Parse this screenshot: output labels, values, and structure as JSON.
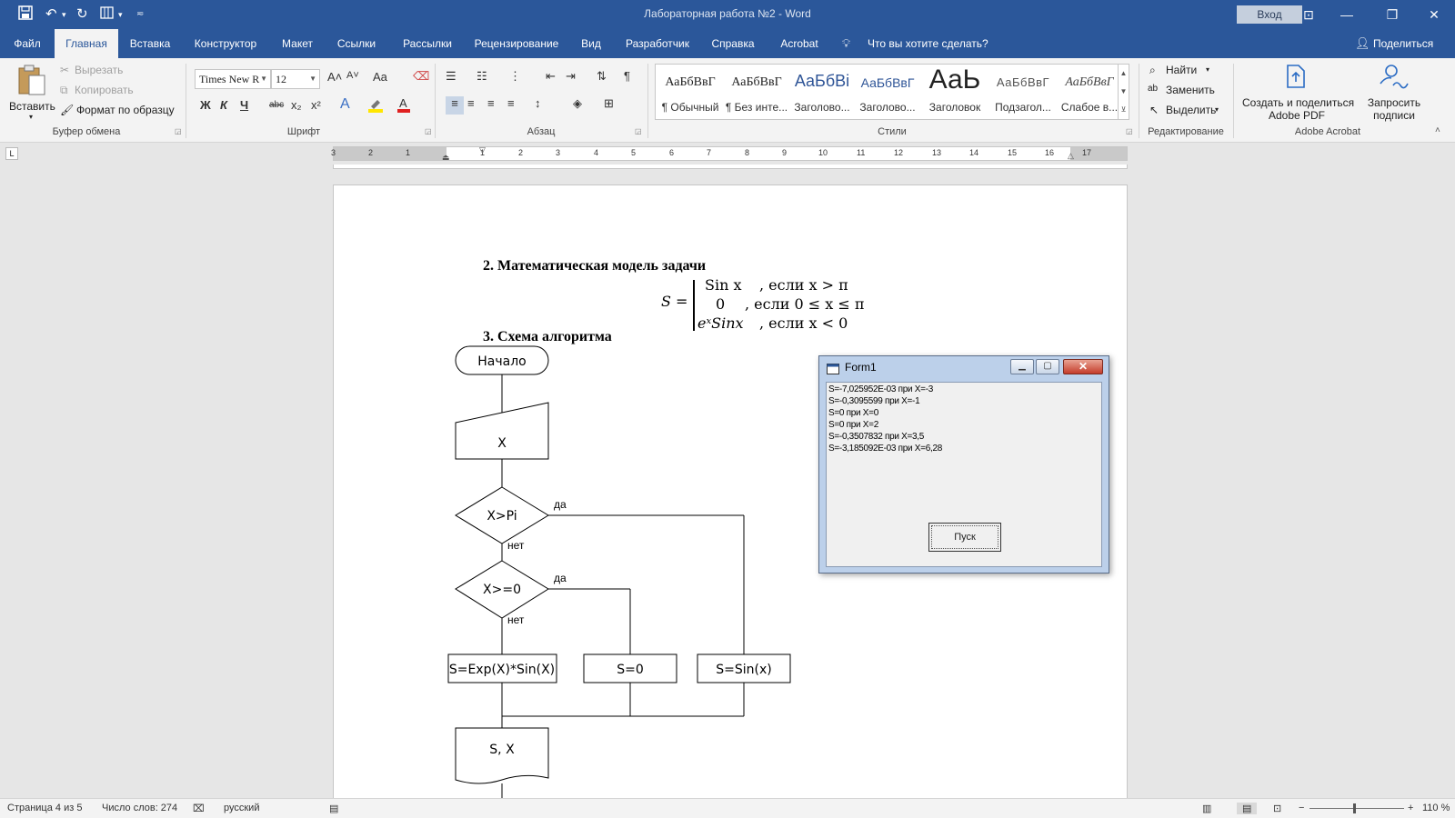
{
  "titlebar": {
    "title": "Лабораторная работа №2  -  Word",
    "signin": "Вход",
    "icons": [
      "save-icon",
      "undo-icon",
      "redo-icon",
      "layout-icon",
      "customize-icon"
    ]
  },
  "tabs": {
    "items": [
      "Файл",
      "Главная",
      "Вставка",
      "Конструктор",
      "Макет",
      "Ссылки",
      "Рассылки",
      "Рецензирование",
      "Вид",
      "Разработчик",
      "Справка",
      "Acrobat"
    ],
    "active": "Главная",
    "tell_me": "Что вы хотите сделать?",
    "share": "Поделиться"
  },
  "ribbon": {
    "clipboard": {
      "paste": "Вставить",
      "cut": "Вырезать",
      "copy": "Копировать",
      "format_painter": "Формат по образцу",
      "label": "Буфер обмена"
    },
    "font": {
      "name": "Times New R",
      "size": "12",
      "label": "Шрифт",
      "bold": "Ж",
      "italic": "К",
      "underline": "Ч",
      "strike": "abc",
      "sub": "x₂",
      "sup": "x²",
      "grow": "A˄",
      "shrink": "A˅",
      "case": "Aa"
    },
    "paragraph": {
      "label": "Абзац"
    },
    "styles": {
      "label": "Стили",
      "items": [
        {
          "sample": "АаБбВвГ",
          "name": "¶ Обычный"
        },
        {
          "sample": "АаБбВвГ",
          "name": "¶ Без инте..."
        },
        {
          "sample": "АаБбВі",
          "name": "Заголово..."
        },
        {
          "sample": "АаБбВвГ",
          "name": "Заголово..."
        },
        {
          "sample": "АаЬ",
          "name": "Заголовок"
        },
        {
          "sample": "АаБбВвГ",
          "name": "Подзагол..."
        },
        {
          "sample": "АаБбВвГ",
          "name": "Слабое в..."
        }
      ]
    },
    "editing": {
      "label": "Редактирование",
      "find": "Найти",
      "replace": "Заменить",
      "select": "Выделить"
    },
    "acrobat": {
      "label": "Adobe Acrobat",
      "create_line1": "Создать и поделиться",
      "create_line2": "Adobe PDF",
      "request_line1": "Запросить",
      "request_line2": "подписи"
    }
  },
  "ruler": {
    "labels": [
      "3",
      "2",
      "1",
      "1",
      "2",
      "3",
      "4",
      "5",
      "6",
      "7",
      "8",
      "9",
      "10",
      "11",
      "12",
      "13",
      "14",
      "15",
      "16",
      "17"
    ]
  },
  "document": {
    "heading2": "2. Математическая модель задачи",
    "heading3": "3. Схема алгоритма",
    "formula": {
      "lhs": "S =",
      "cases": [
        {
          "expr": "Sin x",
          "cond": ", если x > π"
        },
        {
          "expr": "0",
          "cond": ", если 0 ≤ x ≤ π"
        },
        {
          "expr": "eˣSinx",
          "cond": ", если x < 0"
        }
      ]
    },
    "flowchart": {
      "start": "Начало",
      "input": "X",
      "cond1": "X>Pi",
      "cond2": "X>=0",
      "yes": "да",
      "no": "нет",
      "box1": "S=Exp(X)*Sin(X)",
      "box2": "S=0",
      "box3": "S=Sin(x)",
      "output": "S, X"
    }
  },
  "form1": {
    "title": "Form1",
    "lines": [
      "S=-7,025952E-03 при X=-3",
      "S=-0,3095599 при X=-1",
      "S=0 при X=0",
      "S=0 при X=2",
      "S=-0,3507832 при X=3,5",
      "S=-3,185092E-03 при X=6,28"
    ],
    "run_button": "Пуск"
  },
  "statusbar": {
    "page": "Страница 4 из 5",
    "words": "Число слов: 274",
    "language": "русский",
    "zoom": "110 %"
  }
}
